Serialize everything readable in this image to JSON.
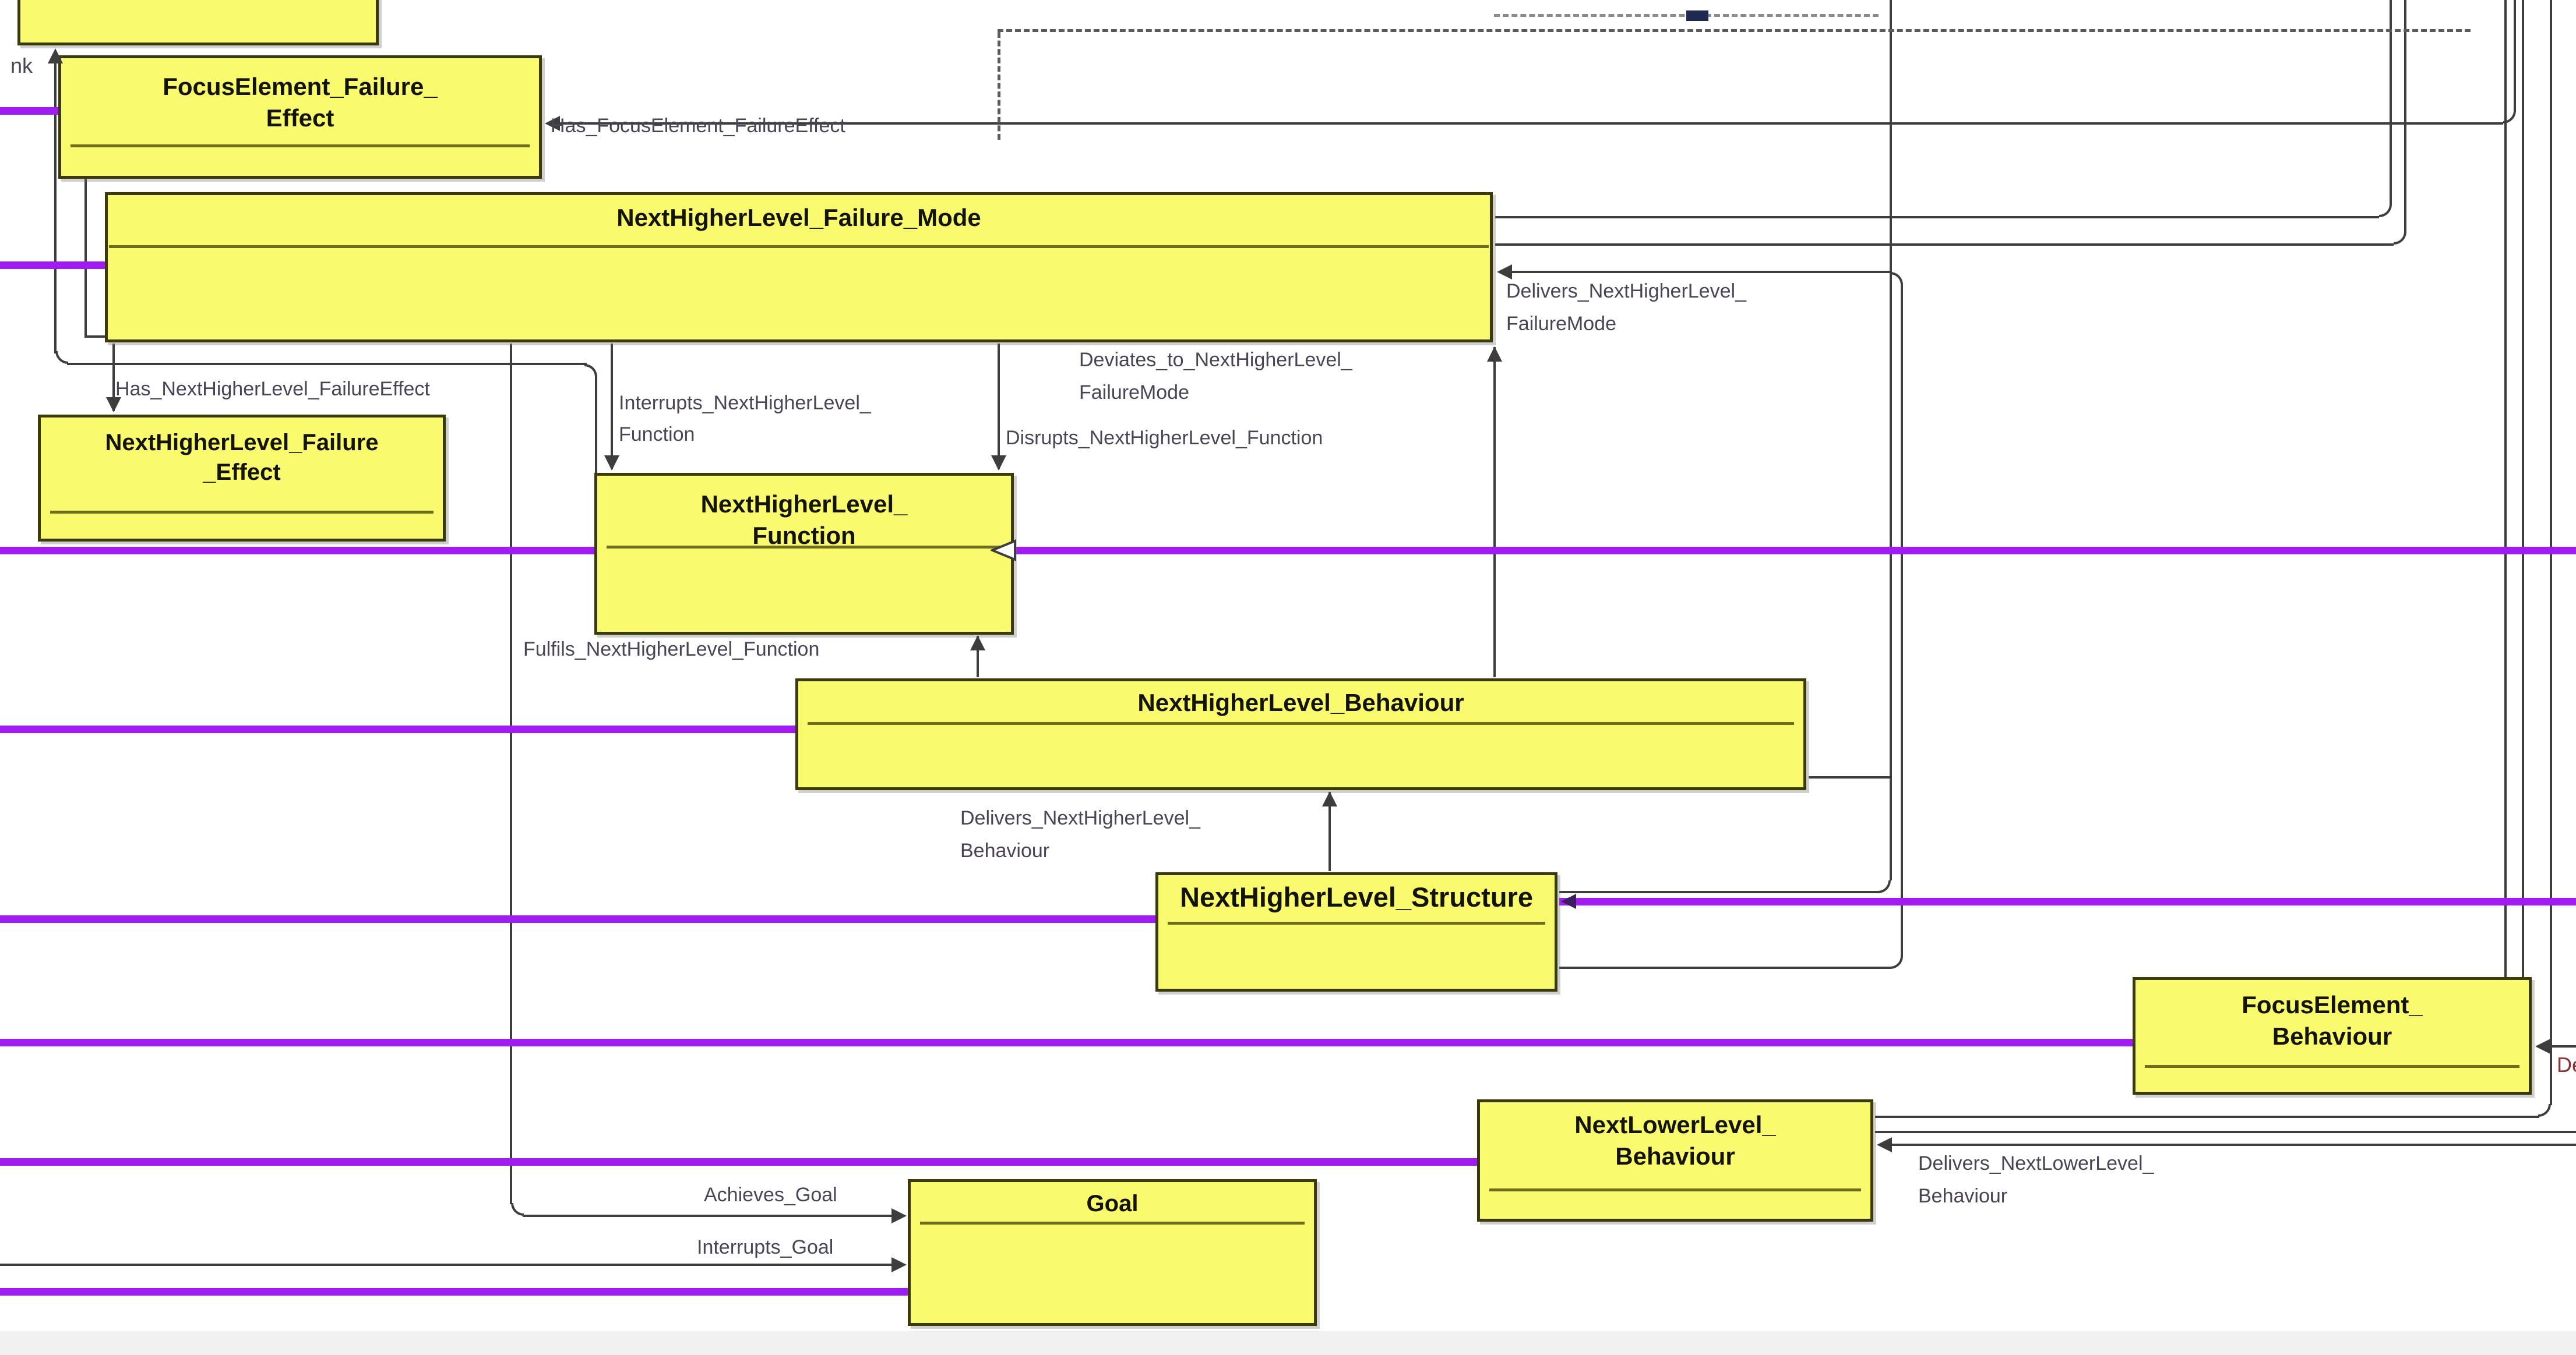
{
  "diagram": {
    "title": "ontology class diagram (failure-mode / behaviour model)",
    "colors": {
      "node_fill": "#fafa6e",
      "node_border": "#3b3b08",
      "separator": "#6e6e1e",
      "connector": "#3d3d3d",
      "bus_line": "#a01cf0",
      "label_text": "#4a4456",
      "title_text": "#141404",
      "background": "#ffffff",
      "bottom_band": "#f0f0f0",
      "fragment_red": "#8b3030"
    },
    "nodes": {
      "top_strip": {
        "l1": ""
      },
      "fe_failure_effect": {
        "l1": "FocusElement_Failure_",
        "l2": "Effect"
      },
      "nhl_failure_mode": {
        "l1": "NextHigherLevel_Failure_Mode"
      },
      "nhl_failure_effect": {
        "l1": "NextHigherLevel_Failure",
        "l2": "_Effect"
      },
      "nhl_function": {
        "l1": "NextHigherLevel_",
        "l2": "Function"
      },
      "nhl_behaviour": {
        "l1": "NextHigherLevel_Behaviour"
      },
      "nhl_structure": {
        "l1": "NextHigherLevel_Structure"
      },
      "fe_behaviour": {
        "l1": "FocusElement_",
        "l2": "Behaviour"
      },
      "nll_behaviour": {
        "l1": "NextLowerLevel_",
        "l2": "Behaviour"
      },
      "goal": {
        "l1": "Goal"
      }
    },
    "edge_labels": {
      "has_fe_failureeffect": {
        "l1": "Has_FocusElement_FailureEffect"
      },
      "has_nhl_failureeffect": {
        "l1": "Has_NextHigherLevel_FailureEffect"
      },
      "interrupts_nhl_function": {
        "l1": "Interrupts_NextHigherLevel_",
        "l2": "Function"
      },
      "deviates_to_nhl_failuremode": {
        "l1": "Deviates_to_NextHigherLevel_",
        "l2": "FailureMode"
      },
      "disrupts_nhl_function": {
        "l1": "Disrupts_NextHigherLevel_Function"
      },
      "delivers_nhl_failuremode": {
        "l1": "Delivers_NextHigherLevel_",
        "l2": "FailureMode"
      },
      "fulfils_nhl_function": {
        "l1": "Fulfils_NextHigherLevel_Function"
      },
      "delivers_nhl_behaviour": {
        "l1": "Delivers_NextHigherLevel_",
        "l2": "Behaviour"
      },
      "delivers_nll_behaviour": {
        "l1": "Delivers_NextLowerLevel_",
        "l2": "Behaviour"
      },
      "achieves_goal": {
        "l1": "Achieves_Goal"
      },
      "interrupts_goal": {
        "l1": "Interrupts_Goal"
      }
    },
    "fragments": {
      "left_edge_cut": "nk",
      "right_edge_cut": "De"
    }
  }
}
